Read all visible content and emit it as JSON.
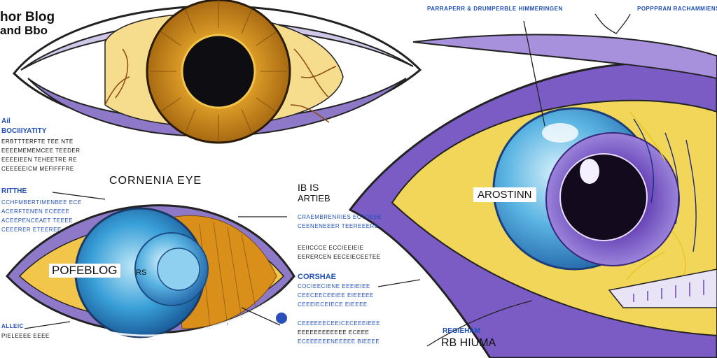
{
  "colors": {
    "purple": "#7b5cc4",
    "iris_amber": "#d98f1a",
    "iris_blue": "#3aa0d8",
    "yellow": "#f2d65a",
    "text_blue": "#1f4fb8",
    "pupil": "#140a1e"
  },
  "header": {
    "title_line1": "hor Blog",
    "title_line2": "and Bbo",
    "top_center": "PARRAPERR & DRUMPERBLE HIMMERINGEN",
    "top_right": "POPPPRAN RACHAMMIENS"
  },
  "left_notes": {
    "heading1": "Ail",
    "heading2": "BOCIIIYATITY",
    "lines": [
      "ERBTTTERFTE TEE NTE",
      "EEEEMEMEMCEE TEEDER",
      "EEEEIEEN TEHEETRE RE",
      "CEEEEEICM MEFIFFFRE"
    ],
    "heading3": "RITTHE",
    "lines2": [
      "CCHFMBERTIMENBEE ECE",
      "ACERFTENEN ECEEEE",
      "ACEEPENCEAET TEEEE",
      "CEEERER ETEEREE"
    ],
    "footer1": "ALLEIC",
    "footer2": "PIELEEEE EEEE"
  },
  "diagram": {
    "title": "CORNENIA EYE",
    "lower_left_label": "POFEBLOG",
    "lower_left_small": "RS",
    "center_label1": "IB IS",
    "center_label2": "ARTIEB",
    "center_lines": [
      "CRAEMBRENRIES ECTOEBE",
      "CEENENEEER TEEREEERE"
    ],
    "center_lines2": [
      "EEIICCCE ECCIEEIEIE",
      "EERERCEN EECEIECEETEE"
    ],
    "corneas_heading": "CORSHAE",
    "corneas_lines": [
      "COCIEECIENE EEEIEIEE",
      "CEECEECEEIEE EIEEEEE",
      "CEEEIECEIECE EIEEEE"
    ],
    "bottom_center_lines": [
      "CEEEEEECEEICECEEEIEEE",
      "EEEEEEEEEEEE ECEEE",
      "ECEEEEEENEEEEE BIEEEE"
    ],
    "right_label": "AROSTINN",
    "right_bottom_small": "REGIEHAM",
    "right_bottom_big": "RB HIUMA"
  }
}
